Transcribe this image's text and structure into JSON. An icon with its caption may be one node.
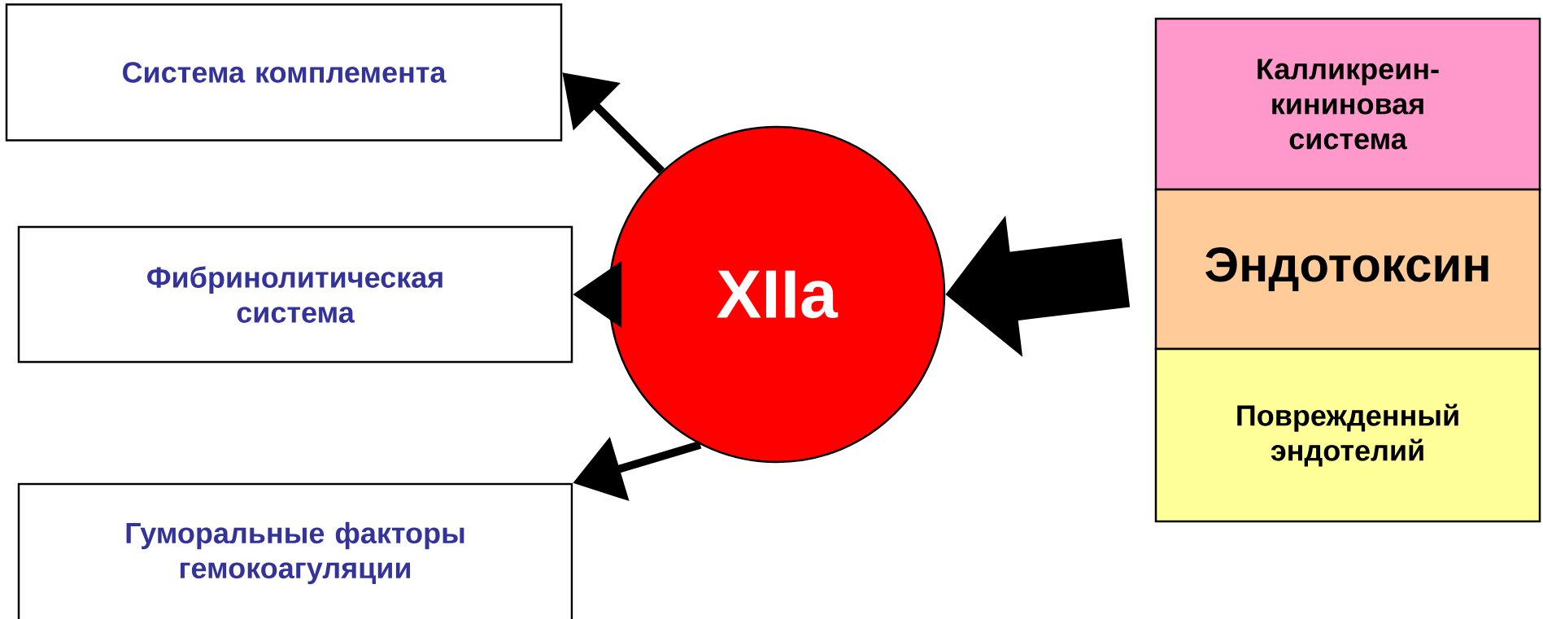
{
  "diagram": {
    "nodes": [
      {
        "text": [
          "Система комплемента"
        ]
      },
      {
        "text": [
          "Фибринолитическая система"
        ]
      },
      {
        "text": [
          "Гуморальные факторы гемокоагуляции"
        ]
      },
      {
        "text": [
          "XIIa"
        ]
      },
      {
        "text": [
          "Калликреин-кининовая система"
        ]
      },
      {
        "text": [
          "Эндотоксин"
        ]
      },
      {
        "text": [
          "Поврежденный эндотелий"
        ]
      }
    ],
    "edges": [
      {
        "from": 3,
        "to": 0,
        "arrow": "to"
      },
      {
        "from": 3,
        "to": 1,
        "arrow": "to"
      },
      {
        "from": 3,
        "to": 2,
        "arrow": "to"
      },
      {
        "from": 5,
        "to": 3,
        "arrow": "to",
        "style": "thick"
      }
    ]
  }
}
